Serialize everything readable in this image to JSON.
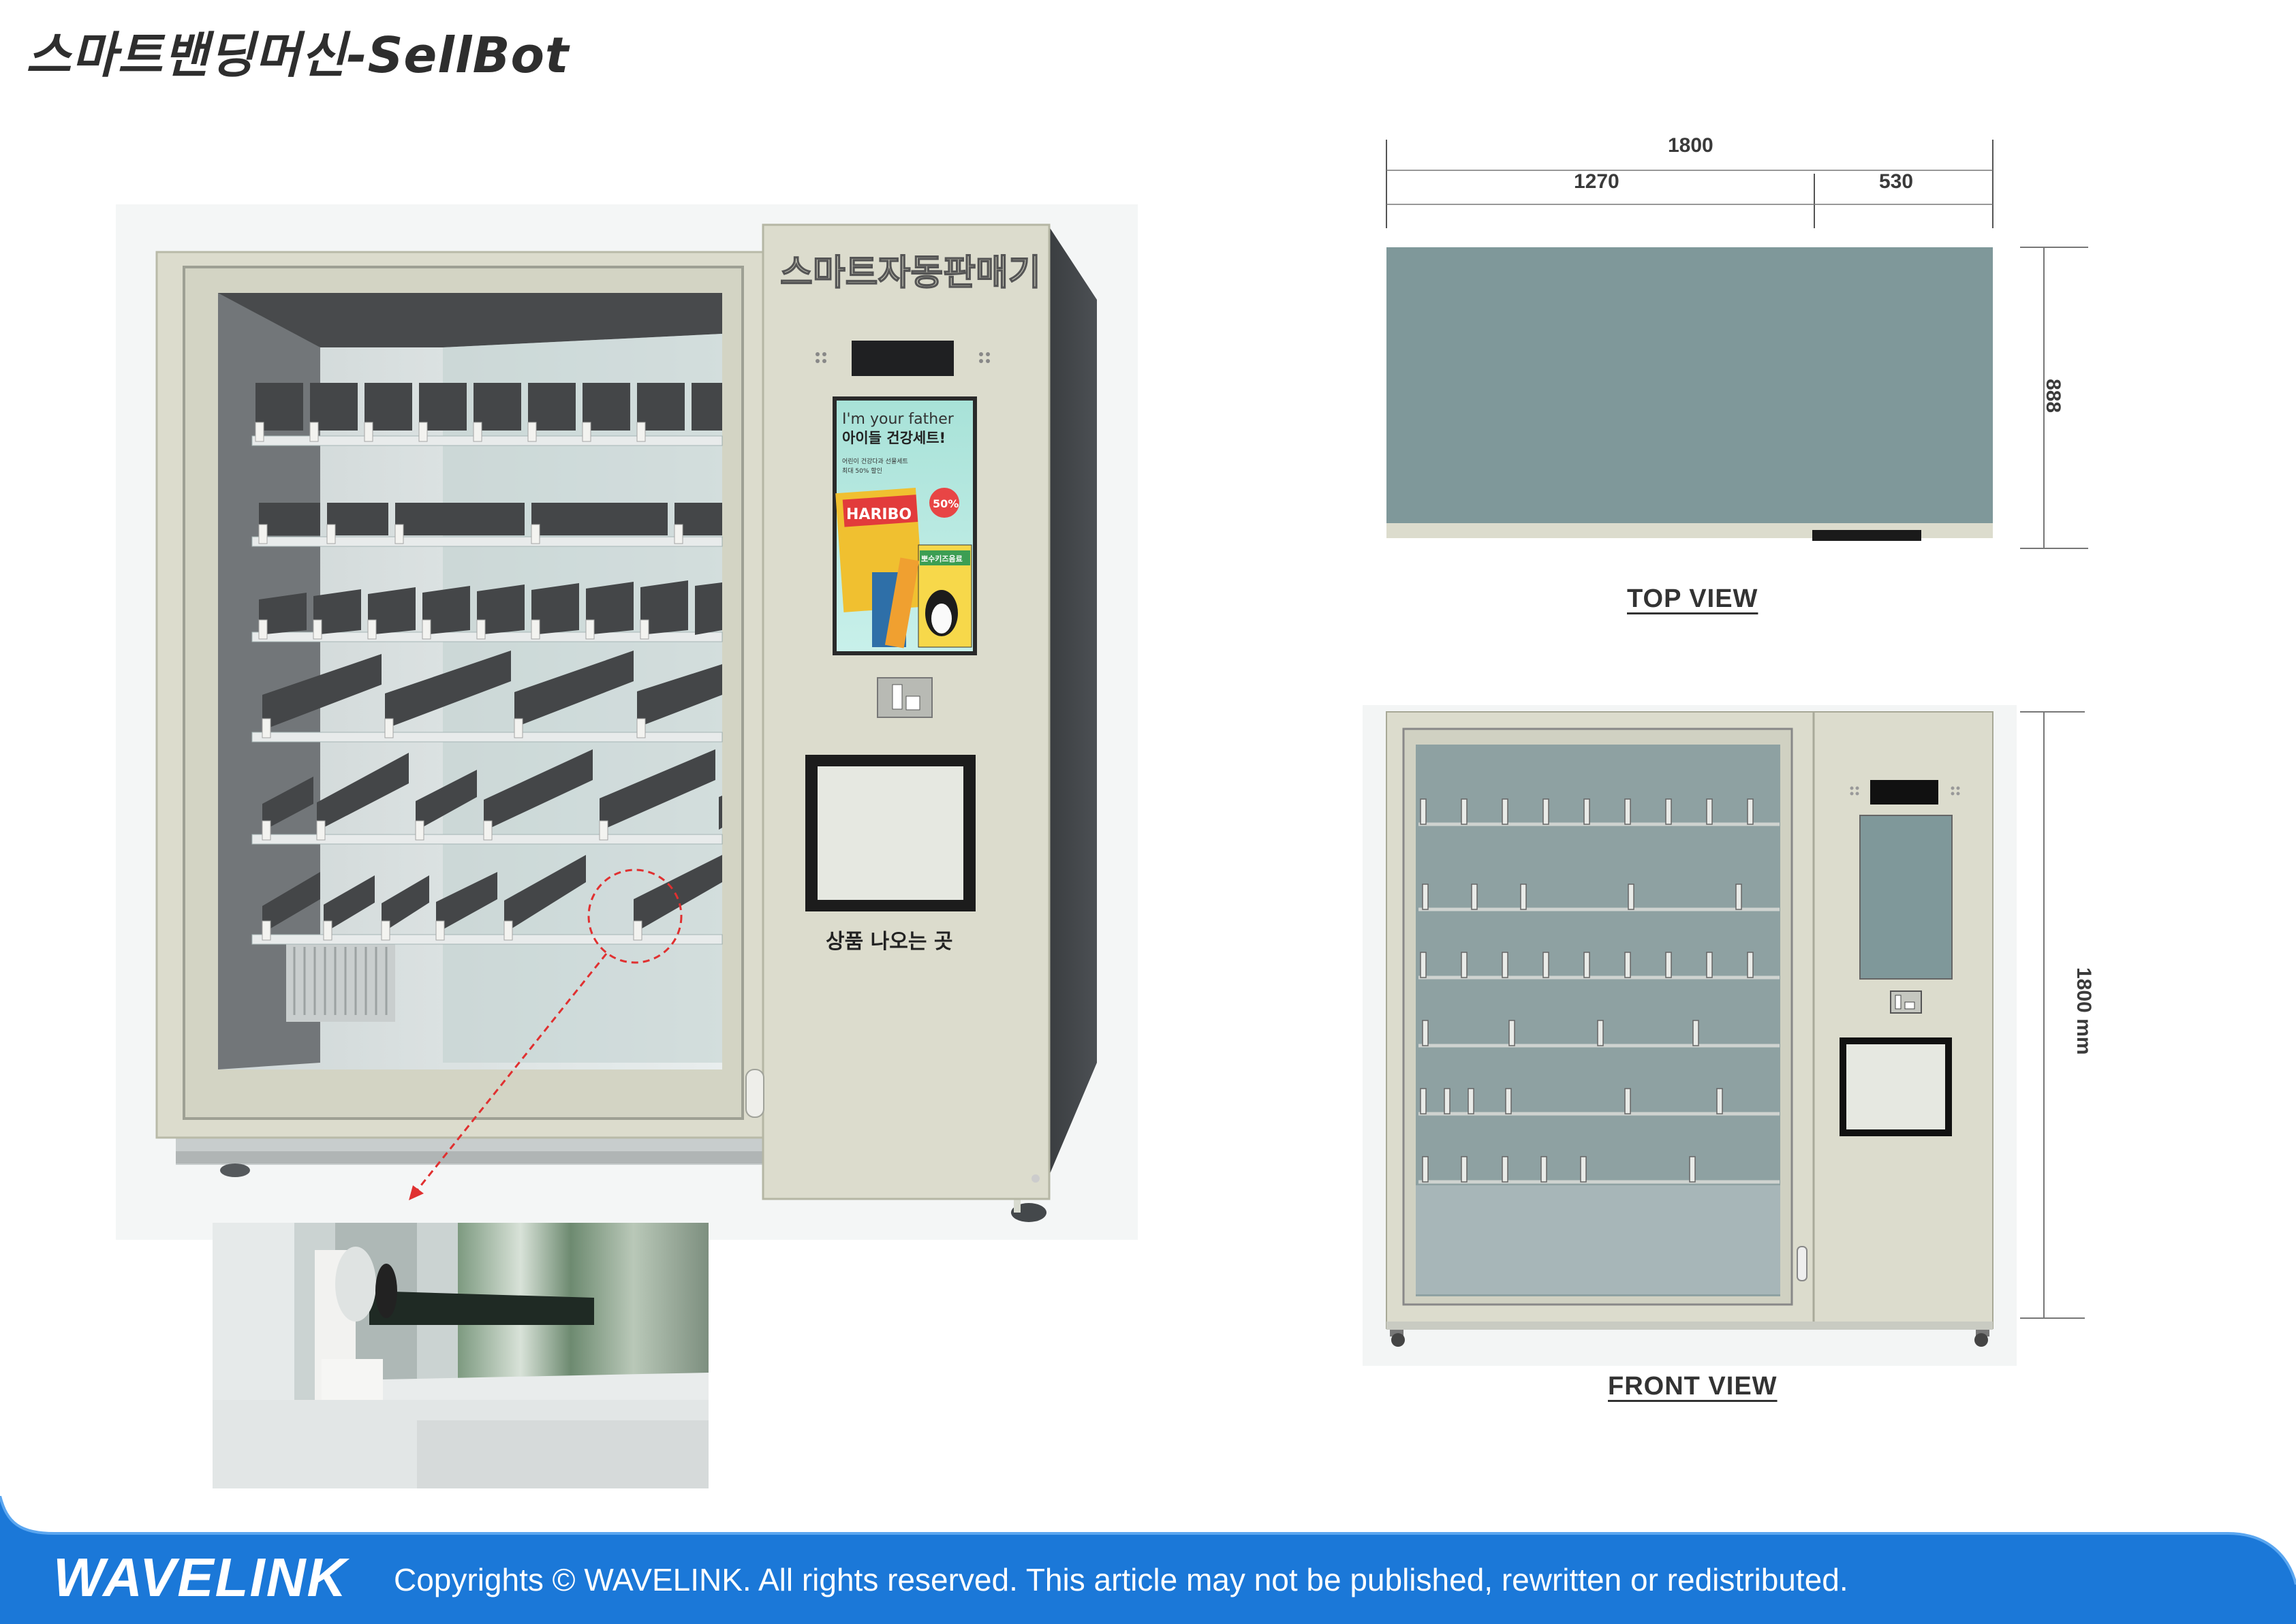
{
  "header": {
    "title": "스마트밴딩머신-SellBot"
  },
  "machine": {
    "sign": "스마트자동판매기",
    "screen": {
      "line1": "I'm your father",
      "line2": "아이들 건강세트!",
      "line3": "어린이 건강다과 선물세트",
      "line4": "최대 50% 할인",
      "brand": "HARIBO",
      "badge": "50%",
      "product": "뽀수키즈음료"
    },
    "outlet_label": "상품 나오는 곳"
  },
  "top_view": {
    "label": "TOP VIEW",
    "dim_total": "1800",
    "dim_left": "1270",
    "dim_right": "530",
    "dim_depth": "888"
  },
  "front_view": {
    "label": "FRONT VIEW",
    "dim_height": "1800 mm"
  },
  "footer": {
    "brand": "WAVELINK",
    "copyright": "Copyrights © WAVELINK. All rights reserved. This article may not be published, rewritten or redistributed."
  },
  "colors": {
    "panel": "#dcdccd",
    "glass": "#9fb0b0",
    "dark": "#3a3d3f",
    "footer_blue": "#1b78d8"
  }
}
